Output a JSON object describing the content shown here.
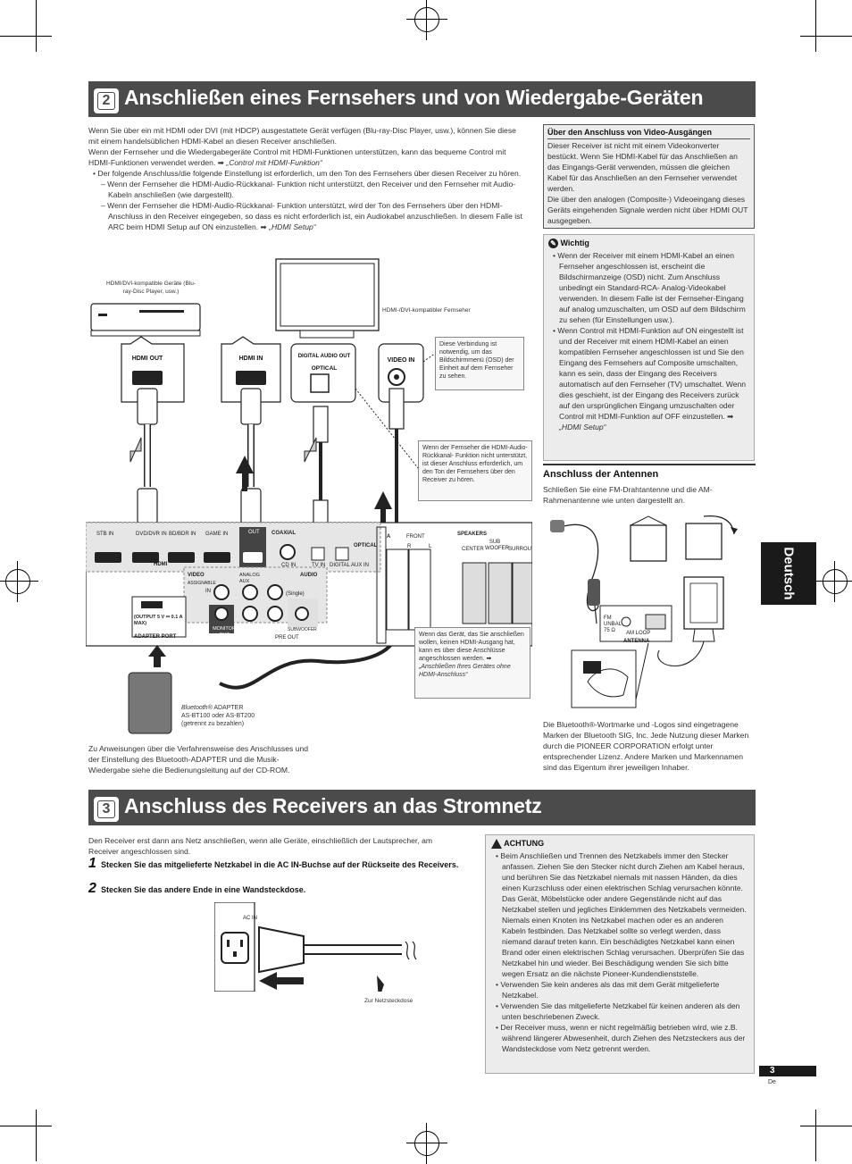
{
  "section2": {
    "number": "2",
    "title": "Anschließen eines Fernsehers und von Wiedergabe-Geräten",
    "intro1": "Wenn Sie über ein mit HDMI oder DVI (mit HDCP) ausgestattete Gerät verfügen (Blu-ray-Disc Player, usw.), können Sie diese mit einem handelsüblichen HDMI-Kabel an diesen Receiver anschließen.",
    "intro2": "Wenn der Fernseher und die Wiedergabegeräte Control mit HDMI-Funktionen unterstützen, kann das bequeme Control mit HDMI-Funktionen verwendet werden.",
    "intro2_ref": "„Control mit HDMI-Funktion“",
    "bullet1": "Der folgende Anschluss/die folgende Einstellung ist erforderlich, um den Ton des Fernsehers über diesen Receiver zu hören.",
    "dash1": "Wenn der Fernseher die HDMI-Audio-Rückkanal- Funktion nicht unterstützt, den Receiver und den Fernseher mit Audio-Kabeln anschließen (wie dargestellt).",
    "dash2": "Wenn der Fernseher die HDMI-Audio-Rückkanal- Funktion unterstützt, wird der Ton des Fernsehers über den HDMI-Anschluss in den Receiver eingegeben, so dass es nicht erforderlich ist, ein Audiokabel anzuschließen. In diesem Falle ist ARC beim HDMI Setup auf ON einzustellen.",
    "dash2_ref": "„HDMI Setup“",
    "footnote": "Zu Anweisungen über die Verfahrensweise des Anschlusses und der Einstellung des Bluetooth-ADAPTER und die Musik- Wiedergabe siehe die Bedienungsleitung auf der CD-ROM."
  },
  "video_box": {
    "title": "Über den Anschluss von Video-Ausgängen",
    "p1": "Dieser Receiver ist nicht mit einem Videokonverter bestückt. Wenn Sie HDMI-Kabel für das Anschließen an das Eingangs-Gerät verwenden, müssen die gleichen Kabel für das Anschließen an den Fernseher verwendet werden.",
    "p2": "Die über den analogen (Composite-) Videoeingang dieses Geräts eingehenden Signale werden nicht über HDMI OUT ausgegeben."
  },
  "wichtig_box": {
    "title": "Wichtig",
    "b1": "Wenn der Receiver mit einem HDMI-Kabel an einen Fernseher angeschlossen ist, erscheint die Bildschirmanzeige (OSD) nicht. Zum Anschluss unbedingt ein Standard-RCA- Analog-Videokabel verwenden. In diesem Falle ist der Fernseher-Eingang auf analog umzuschalten, um OSD auf dem Bildschirm zu sehen (für Einstellungen usw.).",
    "b2": "Wenn Control mit HDMI-Funktion auf ON eingestellt ist und der Receiver mit einem HDMI-Kabel an einen kompatiblen Fernseher angeschlossen ist und Sie den Eingang des Fernsehers auf Composite umschalten, kann es sein, dass der Eingang des Receivers automatisch auf den Fernseher (TV) umschaltet. Wenn dies geschieht, ist der Eingang des Receivers zurück auf den ursprünglichen Eingang umzuschalten oder Control mit HDMI-Funktion auf OFF einzustellen.",
    "b2_ref": "„HDMI Setup“"
  },
  "antenna": {
    "heading": "Anschluss der Antennen",
    "text": "Schließen Sie eine FM-Drahtantenne und die AM-Rahmenantenne wie unten dargestellt an.",
    "fm_label": "FM UNBAL 75 Ω",
    "am_label": "AM LOOP",
    "antenna_label": "ANTENNA"
  },
  "bluetooth_note": "Die Bluetooth®-Wortmarke und -Logos sind eingetragene Marken der Bluetooth SIG, Inc. Jede Nutzung dieser Marken durch die PIONEER CORPORATION erfolgt unter entsprechender Lizenz. Andere Marken und Markennamen sind das Eigentum ihrer jeweiligen Inhaber.",
  "diagram": {
    "player_label": "HDMI/DVI-kompatible Geräte (Blu-ray-Disc Player, usw.)",
    "tv_label": "HDMI-/DVI-kompatibler Fernseher",
    "hdmi_out": "HDMI OUT",
    "hdmi_in": "HDMI IN",
    "digital_audio_out": "DIGITAL AUDIO OUT",
    "optical": "OPTICAL",
    "video_in": "VIDEO IN",
    "callout_osd": "Diese Verbindung ist notwendig, um das Bildschirmmenü (OSD) der Einheit auf dem Fernseher zu sehen.",
    "callout_arc": "Wenn der Fernseher die HDMI-Audio-Rückkanal- Funktion nicht unterstützt, ist dieser Anschluss erforderlich, um den Ton der Fernsehers über den Receiver zu hören.",
    "callout_nohdmi": "Wenn das Gerät, das Sie anschließen wollen, keinen HDMI-Ausgang hat, kann es über diese Anschlüsse angeschlossen werden.",
    "callout_nohdmi_ref": "„Anschließen Ihres Gerätes ohne HDMI-Anschluss“",
    "bt_adapter": "ADAPTER",
    "bt_brand": "Bluetooth®",
    "bt_models": "AS-BT100 oder AS-BT200",
    "bt_note": "(getrennt zu bezahlen)",
    "rear": {
      "stb_in": "STB IN",
      "dvd_in": "DVD/DVR IN",
      "bd_in": "BD/BDR IN",
      "game_in": "GAME IN",
      "out": "OUT",
      "hdmi": "HDMI",
      "coaxial": "COAXIAL",
      "cd_in": "CD IN",
      "optical": "OPTICAL",
      "tv_in": "TV IN",
      "dig_aux_in": "DIGITAL AUX IN",
      "video": "VIDEO",
      "assignable": "ASSIGNABLE",
      "in": "IN",
      "analog_aux": "ANALOG AUX",
      "audio": "AUDIO",
      "monitor_out": "MONITOR OUT",
      "single": "(Single)",
      "subwoofer": "SUBWOOFER",
      "pre_out": "PRE OUT",
      "output": "(OUTPUT 5 V ⎓ 0.1 A MAX)",
      "adapter_port": "ADAPTER PORT",
      "speakers": "SPEAKERS",
      "front": "FRONT",
      "center": "CENTER",
      "sub_woofer": "SUB WOOFER",
      "surround": "SURROU",
      "r": "R",
      "l": "L",
      "a": "A"
    }
  },
  "section3": {
    "number": "3",
    "title": "Anschluss des Receivers an das Stromnetz",
    "intro": "Den Receiver erst dann ans Netz anschließen, wenn alle Geräte, einschließlich der Lautsprecher, am Receiver angeschlossen sind.",
    "step1_num": "1",
    "step1": "Stecken Sie das mitgelieferte Netzkabel in die AC IN-Buchse auf der Rückseite des Receivers.",
    "step2_num": "2",
    "step2": "Stecken Sie das andere Ende in eine Wandsteckdose.",
    "ac_in": "AC IN",
    "outlet": "Zur Netzsteckdose"
  },
  "achtung": {
    "title": "ACHTUNG",
    "b1": "Beim Anschließen und Trennen des Netzkabels immer den Stecker anfassen. Ziehen Sie den Stecker nicht durch Ziehen am Kabel heraus, und berühren Sie das Netzkabel niemals mit nassen Händen, da dies einen Kurzschluss oder einen elektrischen Schlag verursachen könnte. Das Gerät, Möbelstücke oder andere Gegenstände nicht auf das Netzkabel stellen und jegliches Einklemmen des Netzkabels vermeiden. Niemals einen Knoten ins Netzkabel machen oder es an anderen Kabeln festbinden. Das Netzkabel sollte so verlegt werden, dass niemand darauf treten kann. Ein beschädigtes Netzkabel kann einen Brand oder einen elektrischen Schlag verursachen. Überprüfen Sie das Netzkabel hin und wieder. Bei Beschädigung wenden Sie sich bitte wegen Ersatz an die nächste Pioneer-Kundendienststelle.",
    "b2": "Verwenden Sie kein anderes als das mit dem Gerät mitgelieferte Netzkabel.",
    "b3": "Verwenden Sie das mitgelieferte Netzkabel für keinen anderen als den unten beschriebenen Zweck.",
    "b4": "Der Receiver muss, wenn er nicht regelmäßig betrieben wird, wie z.B. während längerer Abwesenheit, durch Ziehen des Netzsteckers aus der Wandsteckdose vom Netz getrennt werden."
  },
  "side_tab": "Deutsch",
  "page": {
    "number": "3",
    "lang": "De"
  }
}
